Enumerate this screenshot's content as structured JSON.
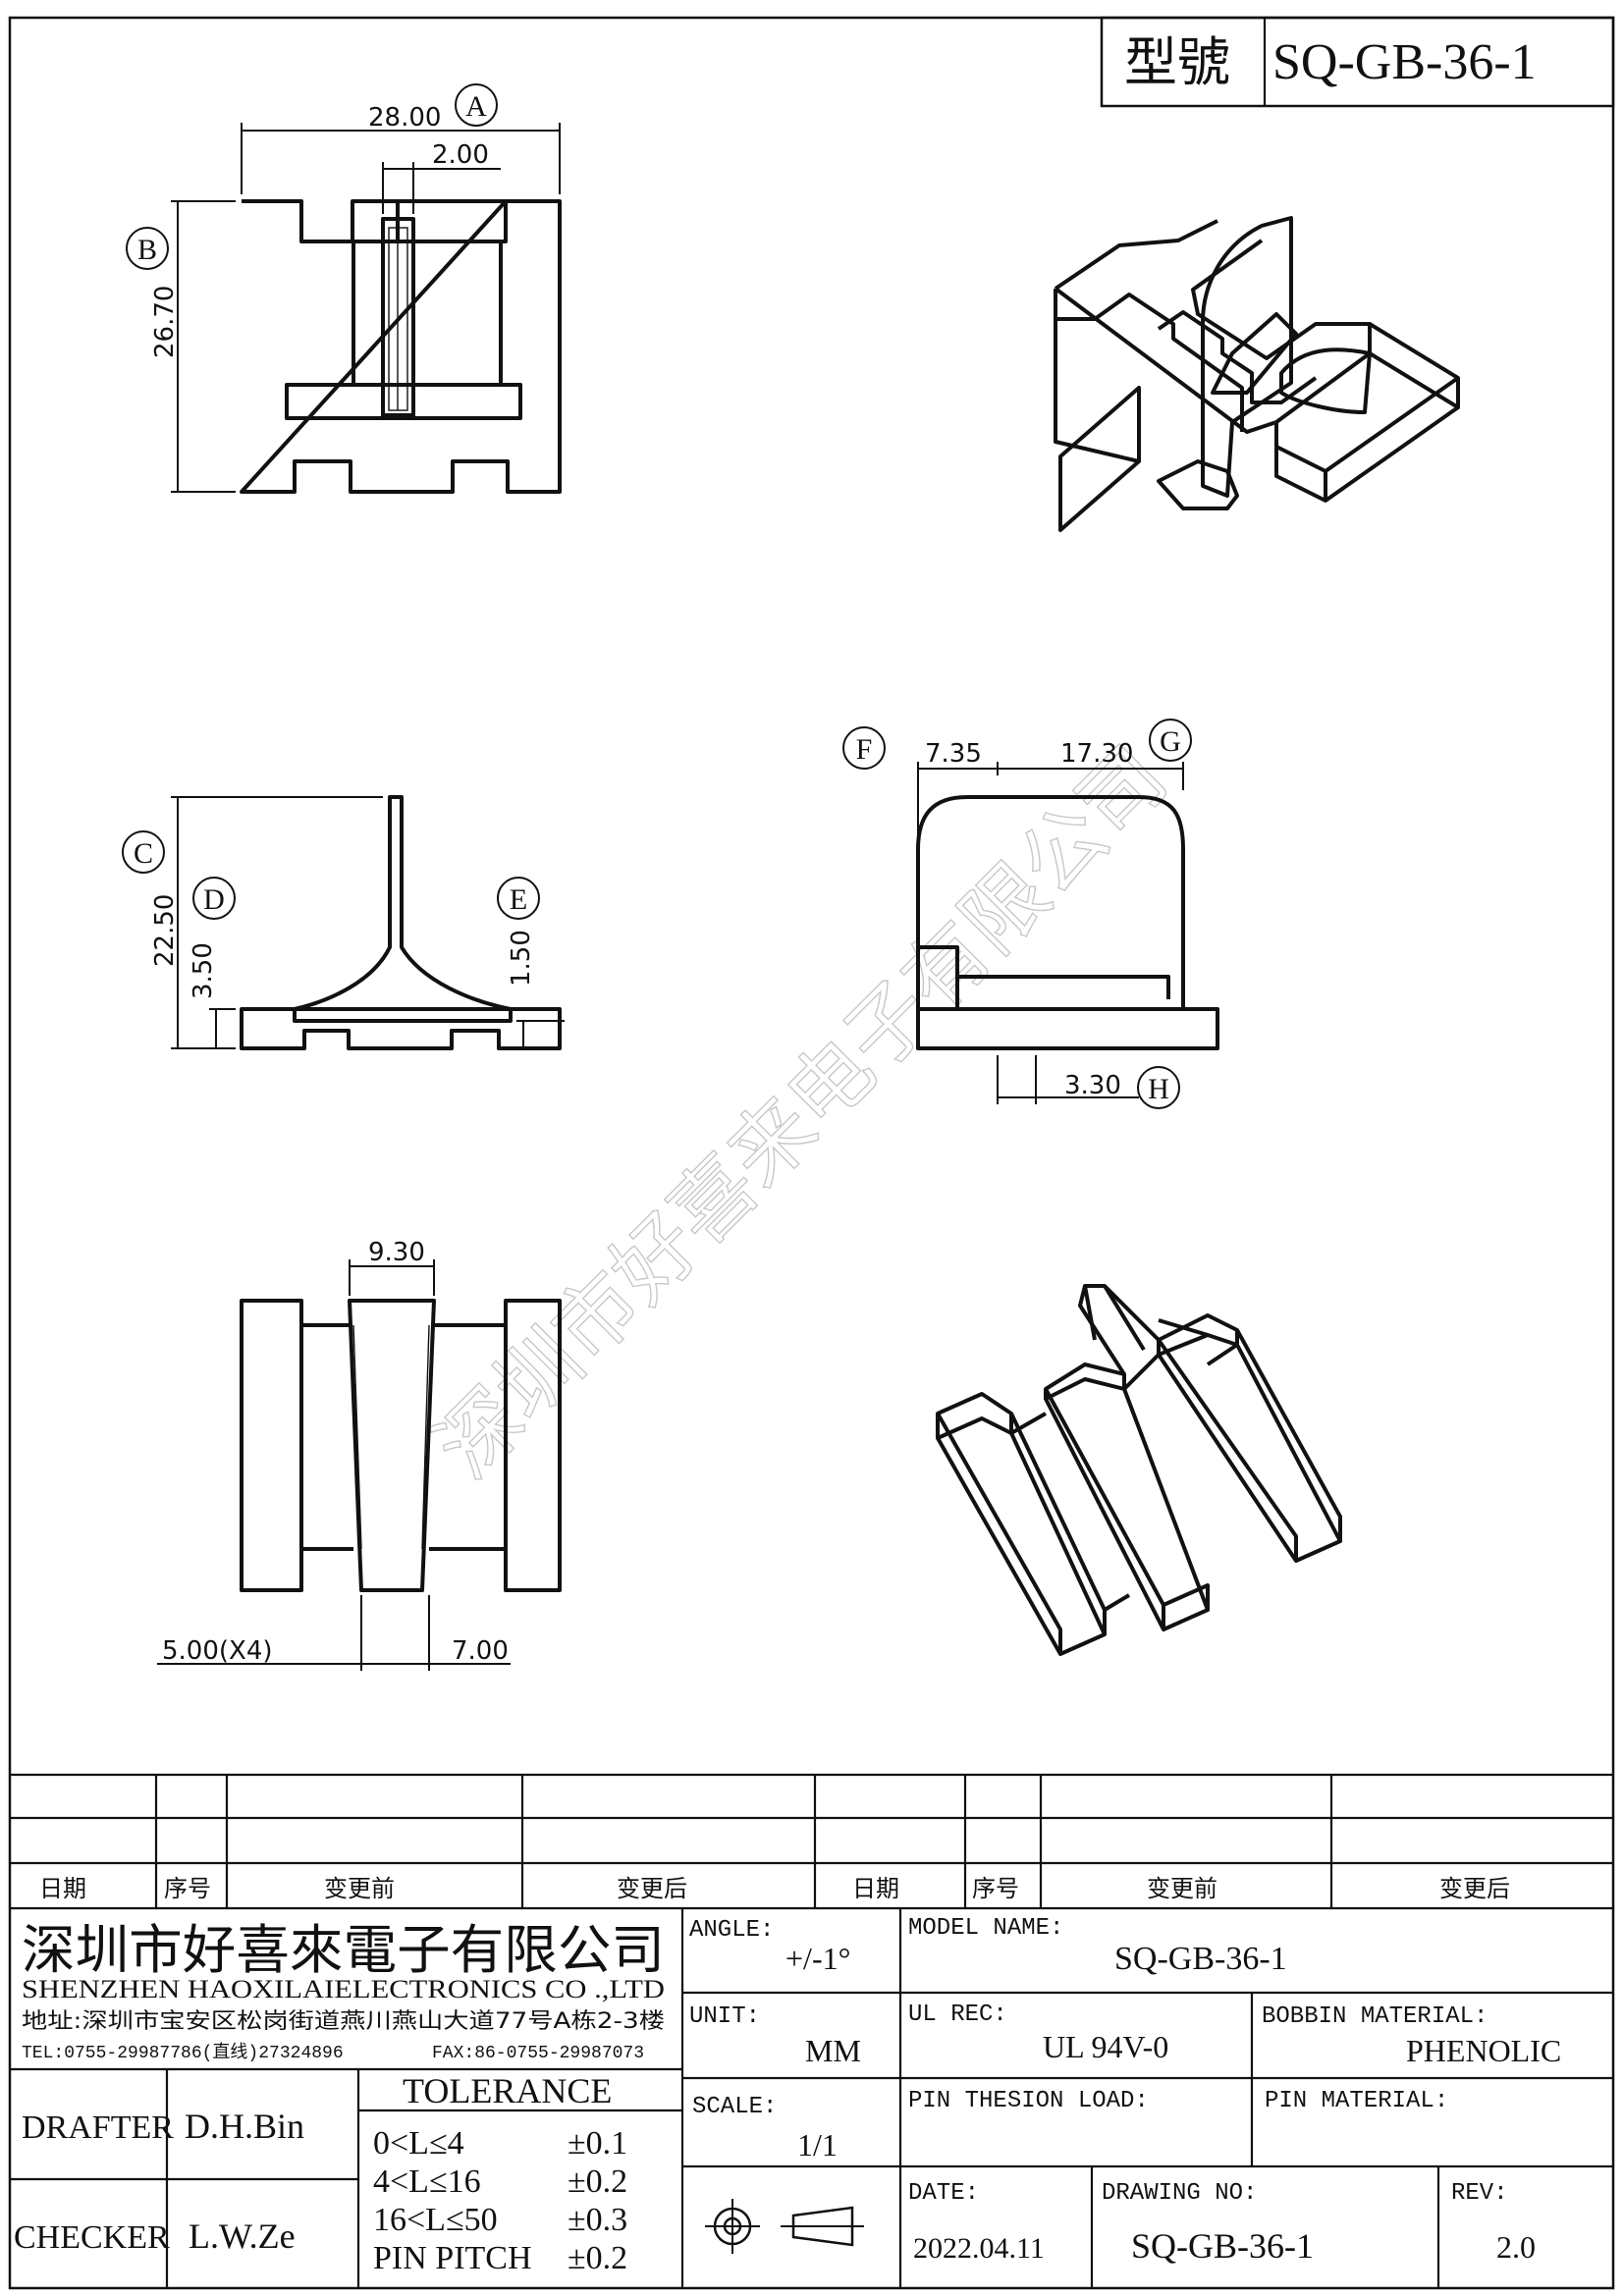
{
  "model_box": {
    "label": "型號",
    "value": "SQ-GB-36-1"
  },
  "dims": {
    "A": "28.00",
    "A_circle": "A",
    "inner": "2.00",
    "B": "26.70",
    "B_circle": "B",
    "C": "22.50",
    "C_circle": "C",
    "D": "3.50",
    "D_circle": "D",
    "E": "1.50",
    "E_circle": "E",
    "F": "7.35",
    "F_circle": "F",
    "G": "17.30",
    "G_circle": "G",
    "H": "3.30",
    "H_circle": "H",
    "slot": "9.30",
    "pitch": "5.00(X4)",
    "gap": "7.00"
  },
  "watermark": "深圳市好喜来电子有限公司",
  "revision_header": [
    "日期",
    "序号",
    "变更前",
    "变更后",
    "日期",
    "序号",
    "变更前",
    "变更后"
  ],
  "company": {
    "name_cn": "深圳市好喜來電子有限公司",
    "name_en": "SHENZHEN HAOXILAIELECTRONICS CO .,LTD",
    "address": "地址:深圳市宝安区松岗街道燕川燕山大道77号A栋2-3楼",
    "tel": "TEL:0755-29987786(直线)27324896",
    "fax": "FAX:86-0755-29987073"
  },
  "fields": {
    "angle_label": "ANGLE:",
    "angle_value": "+/-1°",
    "model_label": "MODEL NAME:",
    "model_value": "SQ-GB-36-1",
    "unit_label": "UNIT:",
    "unit_value": "MM",
    "ul_label": "UL REC:",
    "ul_value": "UL 94V-0",
    "bobbin_label": "BOBBIN MATERIAL:",
    "bobbin_value": "PHENOLIC",
    "scale_label": "SCALE:",
    "scale_value": "1/1",
    "pin_load_label": "PIN THESION LOAD:",
    "pin_material_label": "PIN MATERIAL:",
    "date_label": "DATE:",
    "date_value": "2022.04.11",
    "drawing_label": "DRAWING NO:",
    "drawing_value": "SQ-GB-36-1",
    "rev_label": "REV:",
    "rev_value": "2.0"
  },
  "signoff": {
    "drafter_label": "DRAFTER",
    "drafter_value": "D.H.Bin",
    "checker_label": "CHECKER",
    "checker_value": "L.W.Ze"
  },
  "tolerance": {
    "title": "TOLERANCE",
    "rows": [
      {
        "range": "0<L≤4",
        "value": "±0.1"
      },
      {
        "range": "4<L≤16",
        "value": "±0.2"
      },
      {
        "range": "16<L≤50",
        "value": "±0.3"
      },
      {
        "range": "PIN PITCH",
        "value": "±0.2"
      }
    ]
  }
}
